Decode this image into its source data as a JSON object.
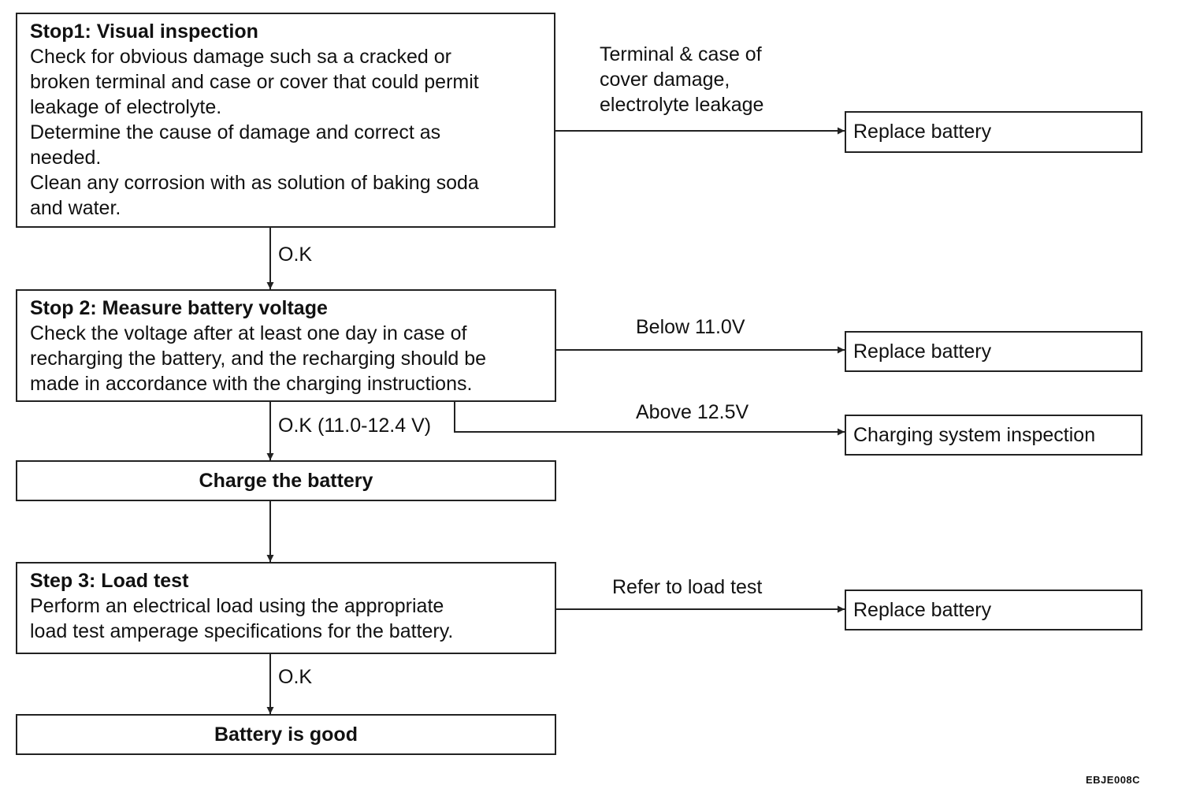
{
  "steps": {
    "step1": {
      "title": "Stop1: Visual inspection",
      "lines": [
        "Check for obvious damage such sa a cracked or",
        "broken terminal and case or cover that could permit",
        "leakage of electrolyte.",
        "Determine the cause of damage and correct as",
        "needed.",
        "Clean any corrosion with as solution of baking soda",
        "and water."
      ]
    },
    "step2": {
      "title": "Stop 2: Measure battery voltage",
      "lines": [
        "Check the voltage after at least one day in case of",
        "recharging the battery, and the recharging should be",
        "made in accordance with the charging instructions."
      ]
    },
    "charge": {
      "label": "Charge the battery"
    },
    "step3": {
      "title": "Step 3: Load test",
      "lines": [
        "Perform an electrical load using the appropriate",
        "load test amperage specifications for the battery."
      ]
    },
    "good": {
      "label": "Battery is good"
    }
  },
  "results": {
    "r1": "Replace battery",
    "r2": "Replace battery",
    "r3": "Charging system inspection",
    "r4": "Replace battery"
  },
  "edge_labels": {
    "step1_damage": [
      "Terminal & case of",
      "cover damage,",
      "electrolyte leakage"
    ],
    "step1_ok": "O.K",
    "step2_below": "Below 11.0V",
    "step2_above": "Above 12.5V",
    "step2_ok": "O.K (11.0-12.4 V)",
    "step3_refer": "Refer to load test",
    "step3_ok": "O.K"
  },
  "footer_code": "EBJE008C"
}
